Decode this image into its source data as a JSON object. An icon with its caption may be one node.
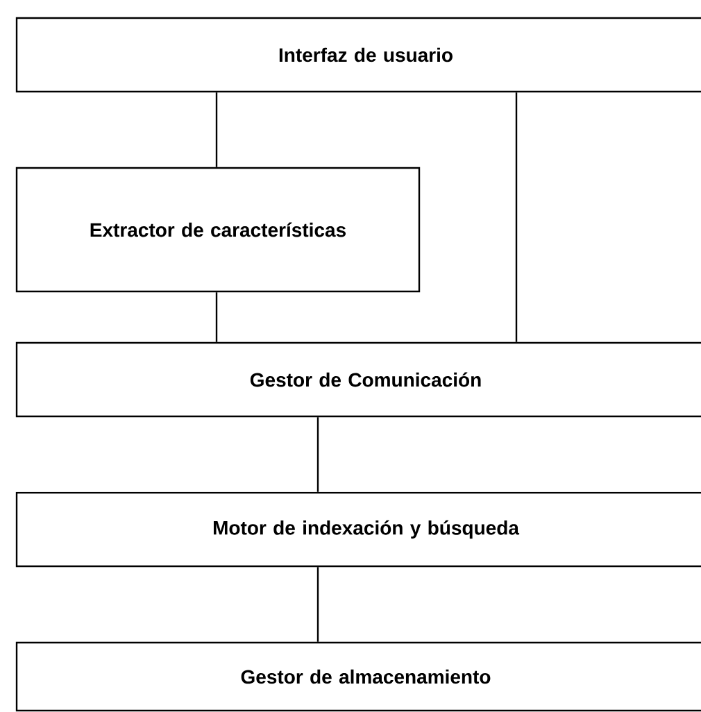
{
  "diagram": {
    "nodes": [
      {
        "text": [
          "Interfaz de usuario"
        ]
      },
      {
        "text": [
          "Extractor de características"
        ]
      },
      {
        "text": [
          "Gestor de Comunicación"
        ]
      },
      {
        "text": [
          "Motor de indexación y búsqueda"
        ]
      },
      {
        "text": [
          "Gestor de almacenamiento"
        ]
      }
    ],
    "edges": [
      {
        "from": 0,
        "to": 1,
        "arrow": "none"
      },
      {
        "from": 0,
        "to": 2,
        "arrow": "none"
      },
      {
        "from": 1,
        "to": 2,
        "arrow": "none"
      },
      {
        "from": 2,
        "to": 3,
        "arrow": "none"
      },
      {
        "from": 3,
        "to": 4,
        "arrow": "none"
      }
    ]
  }
}
